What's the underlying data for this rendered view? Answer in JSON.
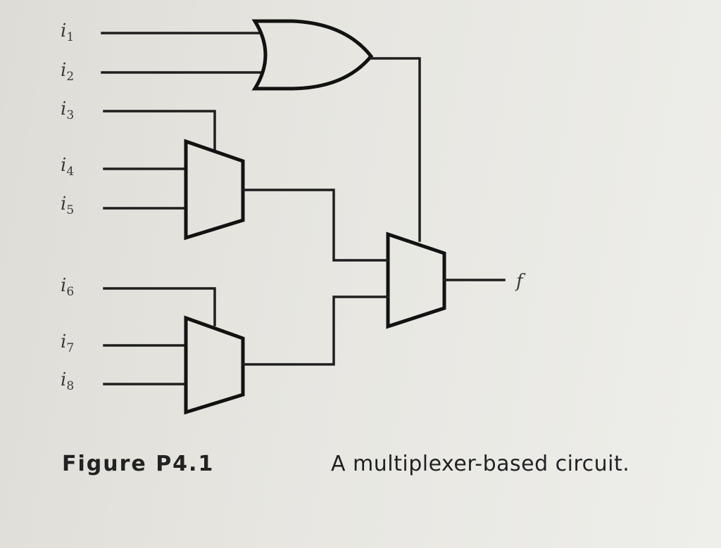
{
  "inputs": [
    {
      "letter": "i",
      "sub": "1"
    },
    {
      "letter": "i",
      "sub": "2"
    },
    {
      "letter": "i",
      "sub": "3"
    },
    {
      "letter": "i",
      "sub": "4"
    },
    {
      "letter": "i",
      "sub": "5"
    },
    {
      "letter": "i",
      "sub": "6"
    },
    {
      "letter": "i",
      "sub": "7"
    },
    {
      "letter": "i",
      "sub": "8"
    }
  ],
  "output_label": "f",
  "caption": {
    "figure_number": "Figure P4.1",
    "text": "A multiplexer-based circuit."
  }
}
